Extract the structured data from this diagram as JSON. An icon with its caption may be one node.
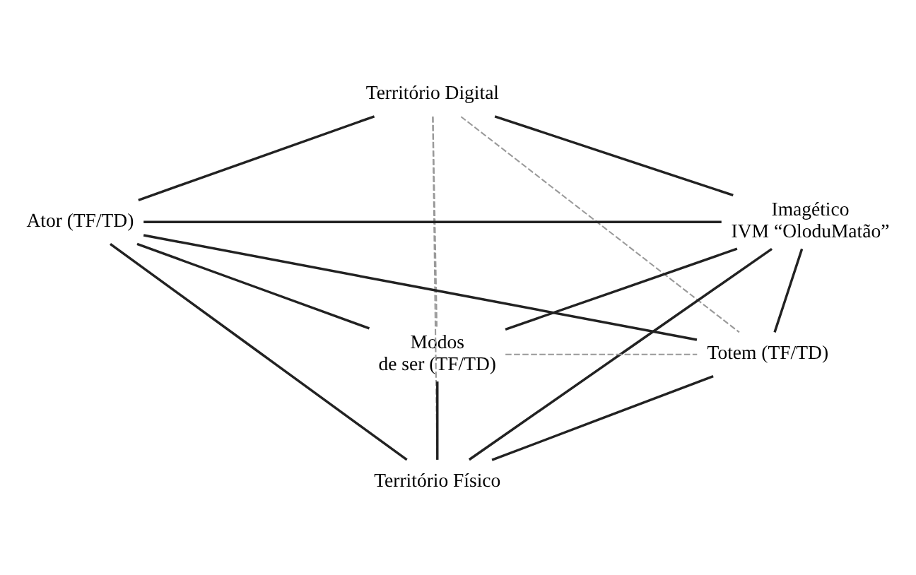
{
  "diagram": {
    "nodes": [
      {
        "text": [
          "Território Digital"
        ]
      },
      {
        "text": [
          "Ator (TF/TD)"
        ]
      },
      {
        "text": [
          "Imagético IVM “OloduMatão”"
        ]
      },
      {
        "text": [
          "Modos de ser (TF/TD)"
        ]
      },
      {
        "text": [
          "Totem (TF/TD)"
        ]
      },
      {
        "text": [
          "Território Físico"
        ]
      }
    ],
    "edges": [
      {
        "from": 0,
        "to": 1,
        "arrow": "none"
      },
      {
        "from": 0,
        "to": 2,
        "arrow": "none"
      },
      {
        "from": 0,
        "to": 3,
        "arrow": "none",
        "style": "dashed",
        "color": "#999999"
      },
      {
        "from": 0,
        "to": 4,
        "arrow": "none",
        "style": "dashed",
        "color": "#999999"
      },
      {
        "from": 0,
        "to": 5,
        "arrow": "none",
        "style": "dashed",
        "color": "#999999"
      },
      {
        "from": 1,
        "to": 2,
        "arrow": "none"
      },
      {
        "from": 1,
        "to": 4,
        "arrow": "none"
      },
      {
        "from": 1,
        "to": 3,
        "arrow": "none"
      },
      {
        "from": 1,
        "to": 5,
        "arrow": "none"
      },
      {
        "from": 2,
        "to": 3,
        "arrow": "none"
      },
      {
        "from": 2,
        "to": 4,
        "arrow": "none"
      },
      {
        "from": 2,
        "to": 5,
        "arrow": "none"
      },
      {
        "from": 3,
        "to": 4,
        "arrow": "none",
        "style": "dashed",
        "color": "#999999"
      },
      {
        "from": 3,
        "to": 5,
        "arrow": "none"
      },
      {
        "from": 4,
        "to": 5,
        "arrow": "none"
      }
    ]
  }
}
